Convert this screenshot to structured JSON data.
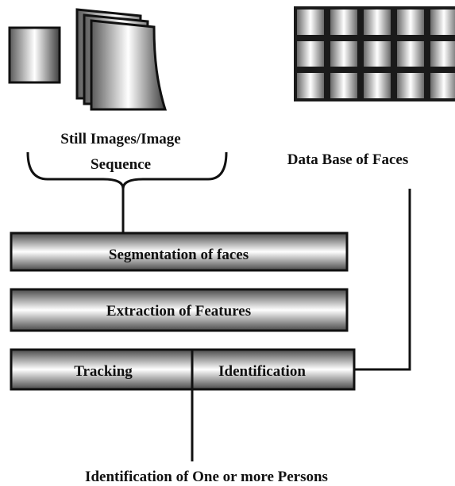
{
  "inputs": {
    "still_images_line1": "Still Images/Image",
    "still_images_line2": "Sequence",
    "database_label": "Data Base of Faces"
  },
  "process": {
    "segmentation": "Segmentation of faces",
    "extraction": "Extraction of Features",
    "tracking": "Tracking",
    "identification": "Identification"
  },
  "output": {
    "label": "Identification of One or more Persons"
  },
  "colors": {
    "line": "#111111",
    "gradient_dark": "#3a3a3a",
    "gradient_light": "#ffffff"
  }
}
